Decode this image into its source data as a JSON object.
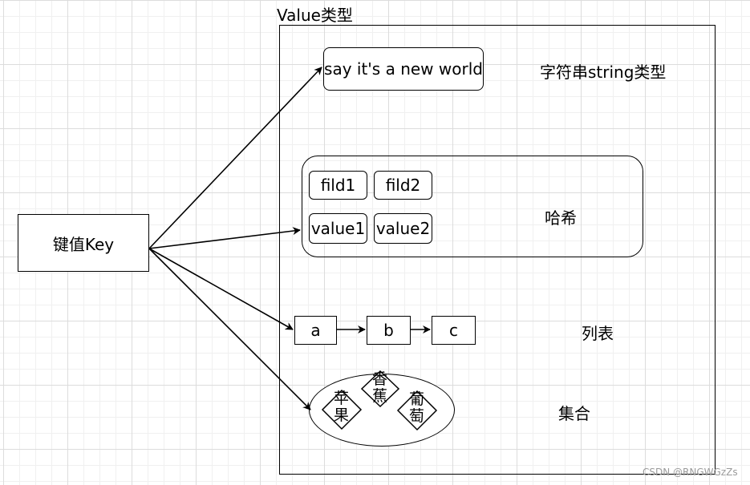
{
  "diagram": {
    "container_title": "Value类型",
    "key_label": "键值Key",
    "string_value": "say it's a new world",
    "string_type_label": "字符串string类型",
    "hash": {
      "fields": [
        "fild1",
        "fild2"
      ],
      "values": [
        "value1",
        "value2"
      ],
      "label": "哈希"
    },
    "list": {
      "items": [
        "a",
        "b",
        "c"
      ],
      "label": "列表"
    },
    "set": {
      "members": [
        "苹\n果",
        "香\n蕉",
        "葡\n萄"
      ],
      "label": "集合"
    },
    "watermark": "CSDN @RNGWGzZs"
  }
}
